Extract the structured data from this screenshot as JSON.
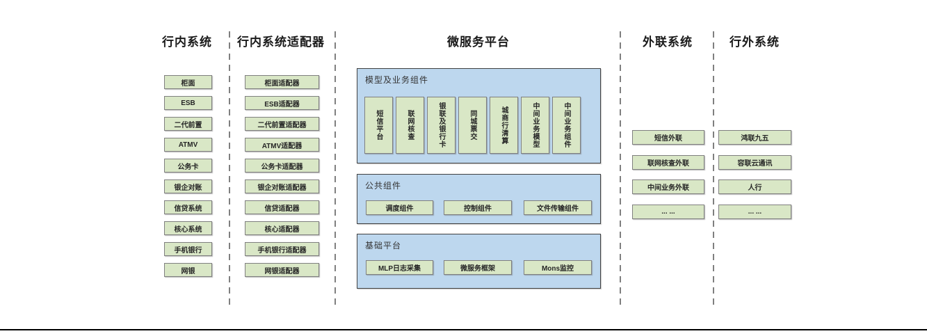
{
  "colors": {
    "green_fill": "#d9e7c6",
    "green_border": "#7f7f7f",
    "blue_fill": "#bdd7ee",
    "blue_border": "#404040",
    "separator": "#7f7f7f",
    "bottom_rule": "#000000"
  },
  "columns": [
    {
      "title": "行内系统",
      "items": [
        "柜面",
        "ESB",
        "二代前置",
        "ATMV",
        "公务卡",
        "银企对账",
        "信贷系统",
        "核心系统",
        "手机银行",
        "网银"
      ]
    },
    {
      "title": "行内系统适配器",
      "items": [
        "柜面适配器",
        "ESB适配器",
        "二代前置适配器",
        "ATMV适配器",
        "公务卡适配器",
        "银企对账适配器",
        "信贷适配器",
        "核心适配器",
        "手机银行适配器",
        "网银适配器"
      ]
    },
    {
      "title": "微服务平台",
      "groups": [
        {
          "title": "模型及业务组件",
          "items": [
            "短信平台",
            "联网核查",
            "银联及银行卡",
            "同城票交",
            "城商行清算",
            "中间业务模型",
            "中间业务组件"
          ]
        },
        {
          "title": "公共组件",
          "items": [
            "调度组件",
            "控制组件",
            "文件传输组件"
          ]
        },
        {
          "title": "基础平台",
          "items": [
            "MLP日志采集",
            "微服务框架",
            "Mons监控"
          ]
        }
      ]
    },
    {
      "title": "外联系统",
      "items": [
        "短信外联",
        "联网核查外联",
        "中间业务外联",
        "... ..."
      ]
    },
    {
      "title": "行外系统",
      "items": [
        "鸿联九五",
        "容联云通讯",
        "人行",
        "... ..."
      ]
    }
  ]
}
